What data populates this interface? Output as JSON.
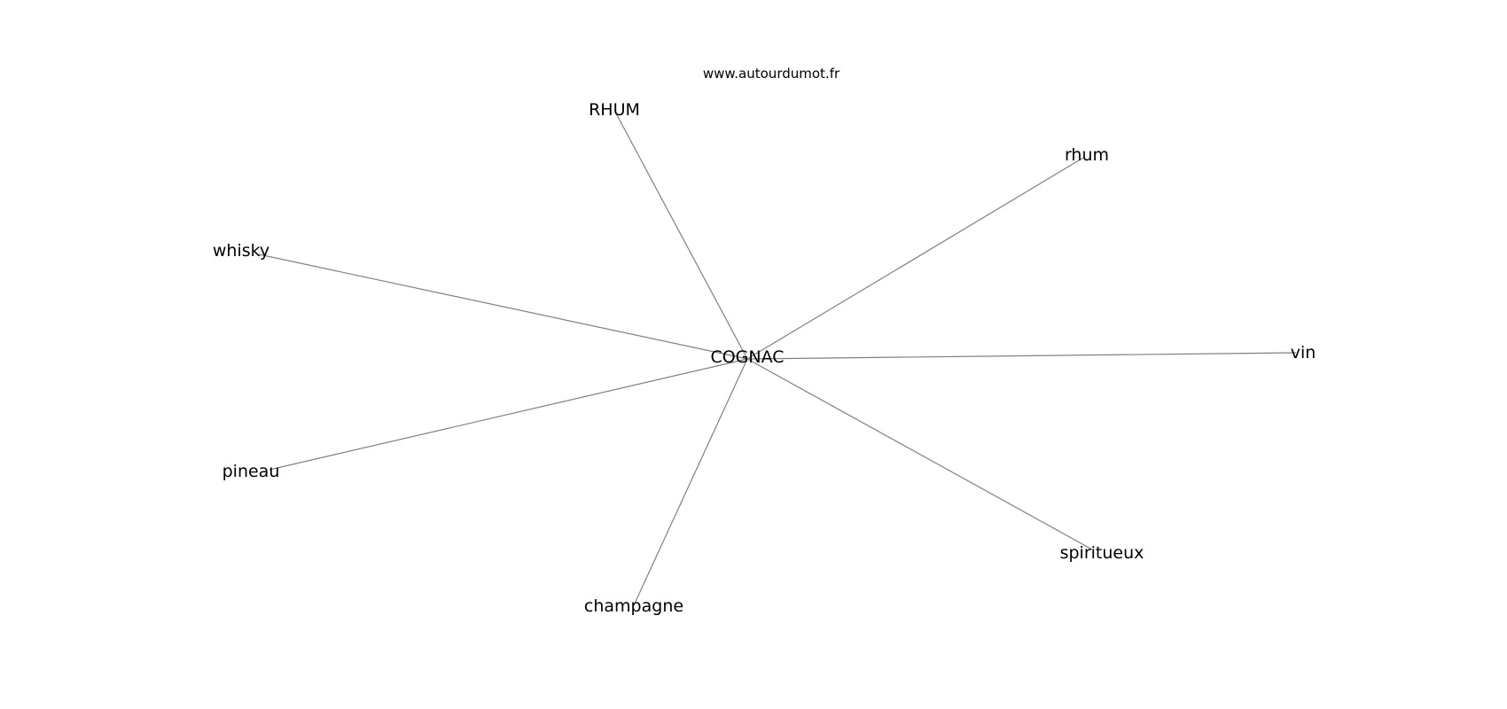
{
  "source": "www.autourdumot.fr",
  "center": {
    "label": "COGNAC"
  },
  "nodes": [
    {
      "id": "rhum-upper",
      "label": "RHUM"
    },
    {
      "id": "rhum",
      "label": "rhum"
    },
    {
      "id": "whisky",
      "label": "whisky"
    },
    {
      "id": "vin",
      "label": "vin"
    },
    {
      "id": "pineau",
      "label": "pineau"
    },
    {
      "id": "spiritueux",
      "label": "spiritueux"
    },
    {
      "id": "champagne",
      "label": "champagne"
    }
  ]
}
